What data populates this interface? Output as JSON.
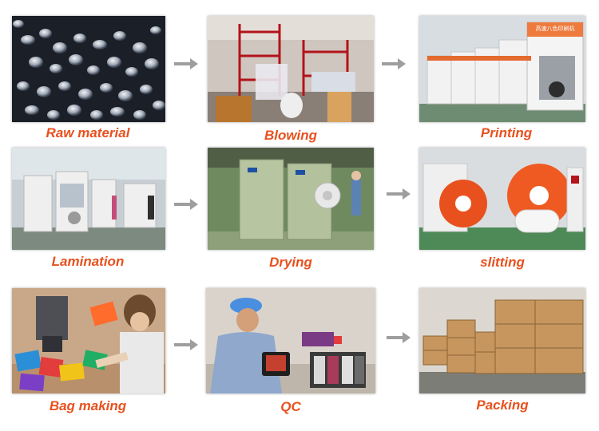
{
  "steps": [
    {
      "id": "raw-material",
      "label": "Raw material"
    },
    {
      "id": "blowing",
      "label": "Blowing"
    },
    {
      "id": "printing",
      "label": "Printing"
    },
    {
      "id": "lamination",
      "label": "Lamination"
    },
    {
      "id": "drying",
      "label": "Drying"
    },
    {
      "id": "slitting",
      "label": "slitting"
    },
    {
      "id": "bag-making",
      "label": "Bag making"
    },
    {
      "id": "qc",
      "label": "QC"
    },
    {
      "id": "packing",
      "label": "Packing"
    }
  ],
  "printing_machine_sign": "高速八色印刷机",
  "colors": {
    "label": "#e8511e",
    "arrow": "#9e9e9e"
  }
}
